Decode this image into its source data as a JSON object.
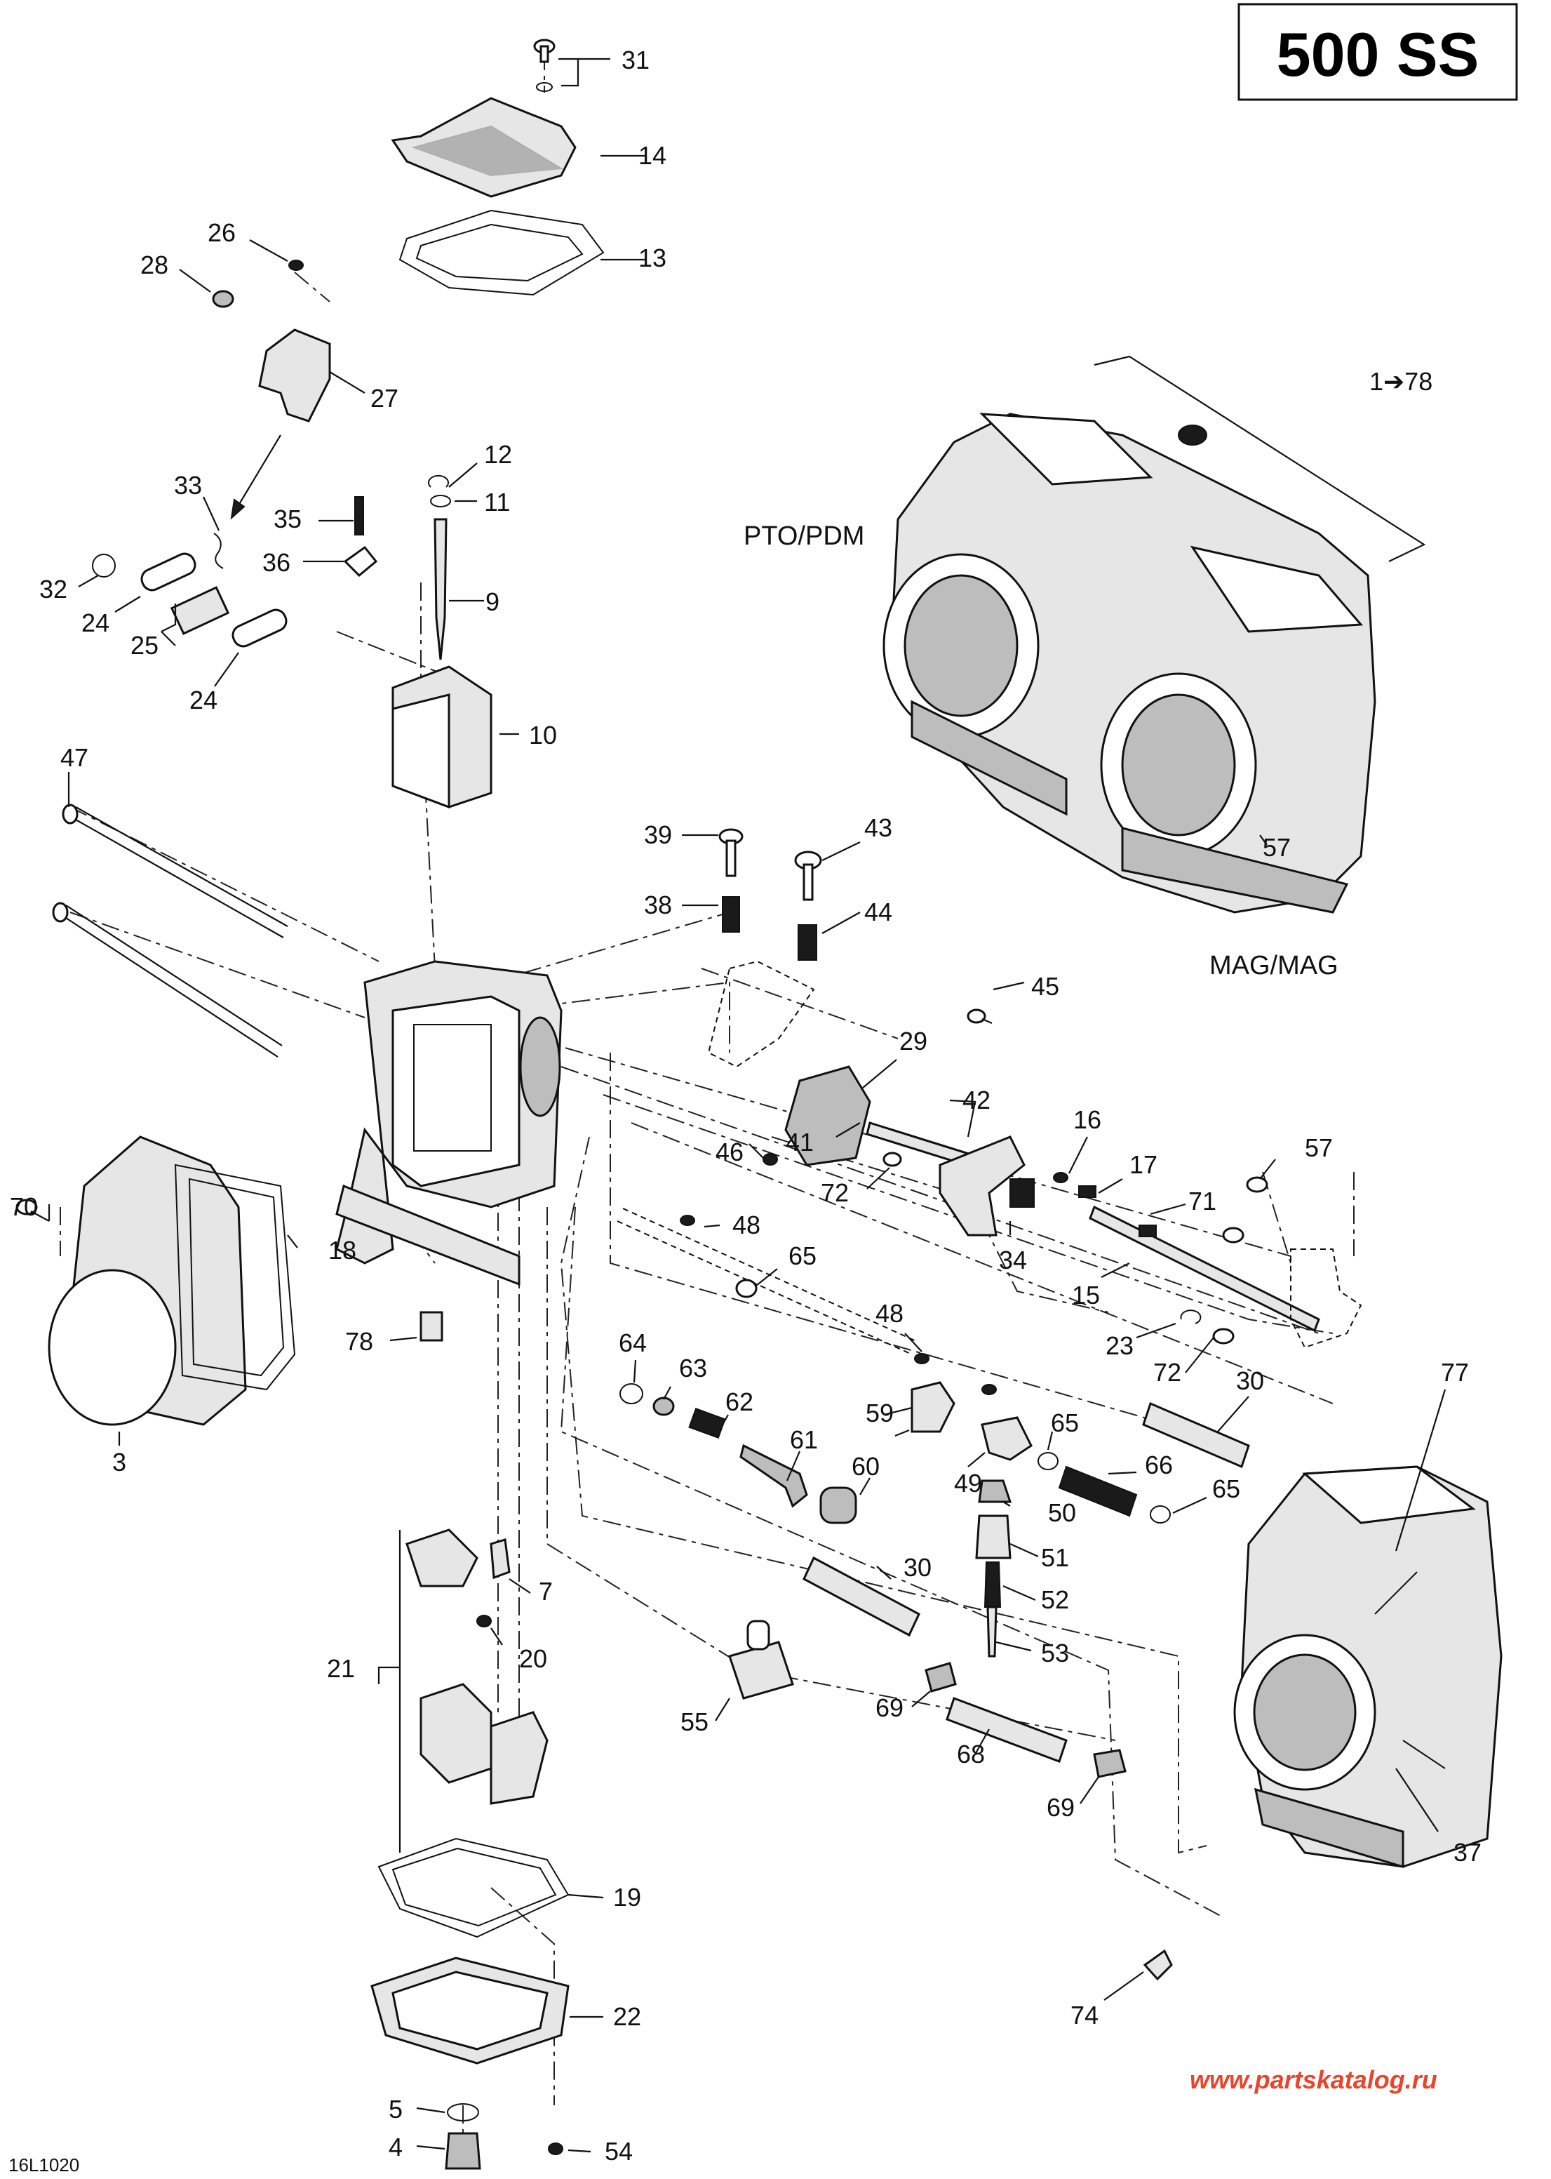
{
  "model_title": "500 SS",
  "assembly_range": "1➔78",
  "side_labels": {
    "pto": "PTO/PDM",
    "mag": "MAG/MAG"
  },
  "drawing_code": "16L1020",
  "watermark": "www.partskatalog.ru",
  "colors": {
    "ink": "#111111",
    "watermark": "#e8452c"
  },
  "callouts": [
    "31",
    "14",
    "13",
    "26",
    "28",
    "27",
    "12",
    "11",
    "33",
    "35",
    "36",
    "9",
    "32",
    "24",
    "25",
    "24",
    "10",
    "47",
    "39",
    "43",
    "38",
    "44",
    "45",
    "29",
    "42",
    "46",
    "41",
    "16",
    "17",
    "57",
    "71",
    "72",
    "34",
    "15",
    "70",
    "18",
    "48",
    "65",
    "23",
    "72",
    "78",
    "64",
    "63",
    "48",
    "62",
    "30",
    "59",
    "61",
    "65",
    "66",
    "60",
    "49",
    "50",
    "65",
    "77",
    "3",
    "51",
    "7",
    "52",
    "20",
    "30",
    "21",
    "53",
    "69",
    "55",
    "68",
    "69",
    "37",
    "19",
    "74",
    "22",
    "5",
    "54",
    "4",
    "57"
  ]
}
